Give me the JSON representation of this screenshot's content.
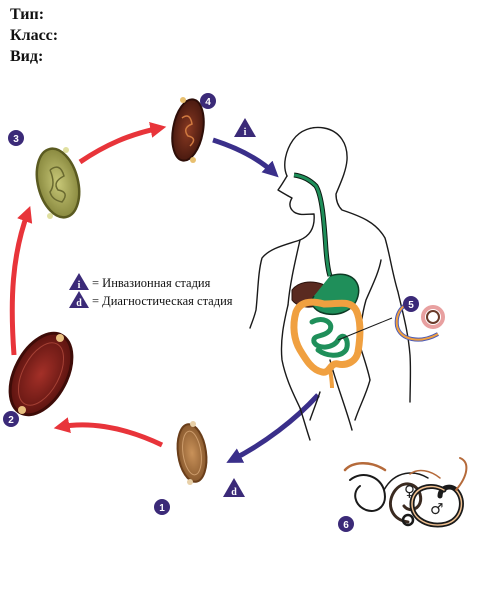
{
  "header": {
    "type_label": "Тип:",
    "class_label": "Класс:",
    "species_label": "Вид:"
  },
  "stages": [
    {
      "number": "1"
    },
    {
      "number": "2"
    },
    {
      "number": "3"
    },
    {
      "number": "4"
    },
    {
      "number": "5"
    },
    {
      "number": "6"
    }
  ],
  "legend": {
    "infective_letter": "i",
    "infective_text": "= Инвазионная стадия",
    "diagnostic_letter": "d",
    "diagnostic_text": "= Диагностическая стадия"
  },
  "markers": {
    "infective_letter": "i",
    "diagnostic_letter": "d"
  },
  "symbols": {
    "female": "♀",
    "male": "♂"
  },
  "colors": {
    "red_arrow": "#e8343a",
    "blue_arrow": "#3a2f8a",
    "stage_badge": "#3b2a78",
    "intestine_orange": "#f0a040",
    "digestive_green": "#1f8f5a",
    "liver_brown": "#5a2a20"
  }
}
